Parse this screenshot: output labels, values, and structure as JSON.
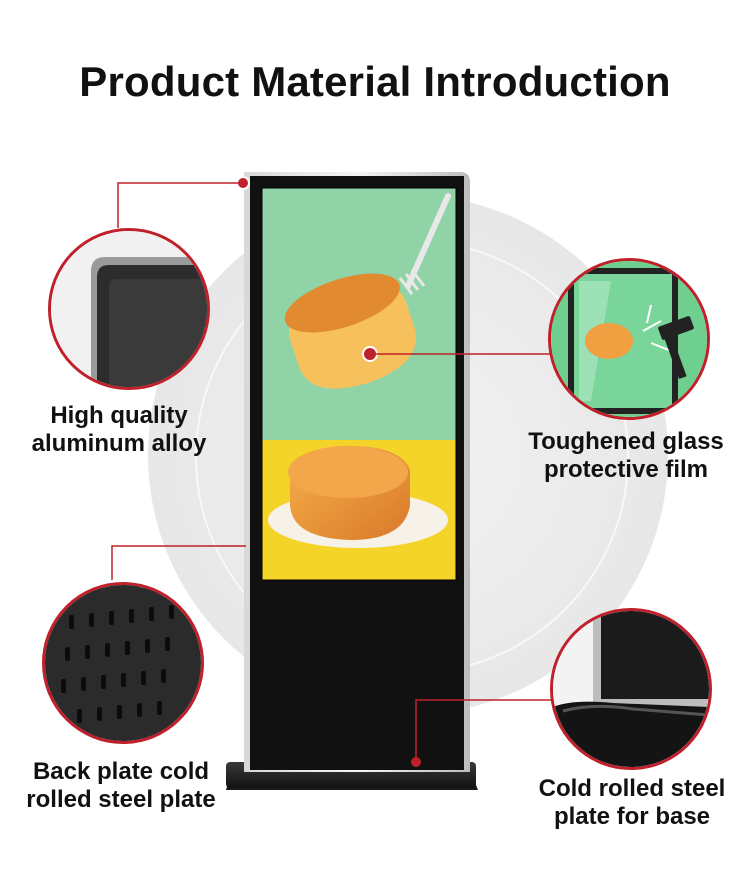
{
  "title": "Product Material Introduction",
  "accent_color": "#c0202a",
  "callouts": {
    "top_left": {
      "line1": "High quality",
      "line2": "aluminum alloy"
    },
    "top_right": {
      "line1": "Toughened glass",
      "line2": "protective film"
    },
    "bottom_left": {
      "line1": "Back plate cold",
      "line2": "rolled steel plate"
    },
    "bottom_right": {
      "line1": "Cold rolled steel",
      "line2": "plate for base"
    }
  },
  "screen_content": {
    "top_background": "#8fd3a6",
    "bottom_background": "#f5d42a",
    "subject": "cake-with-fork"
  },
  "icons": [
    "hammer-icon",
    "fork-icon"
  ]
}
